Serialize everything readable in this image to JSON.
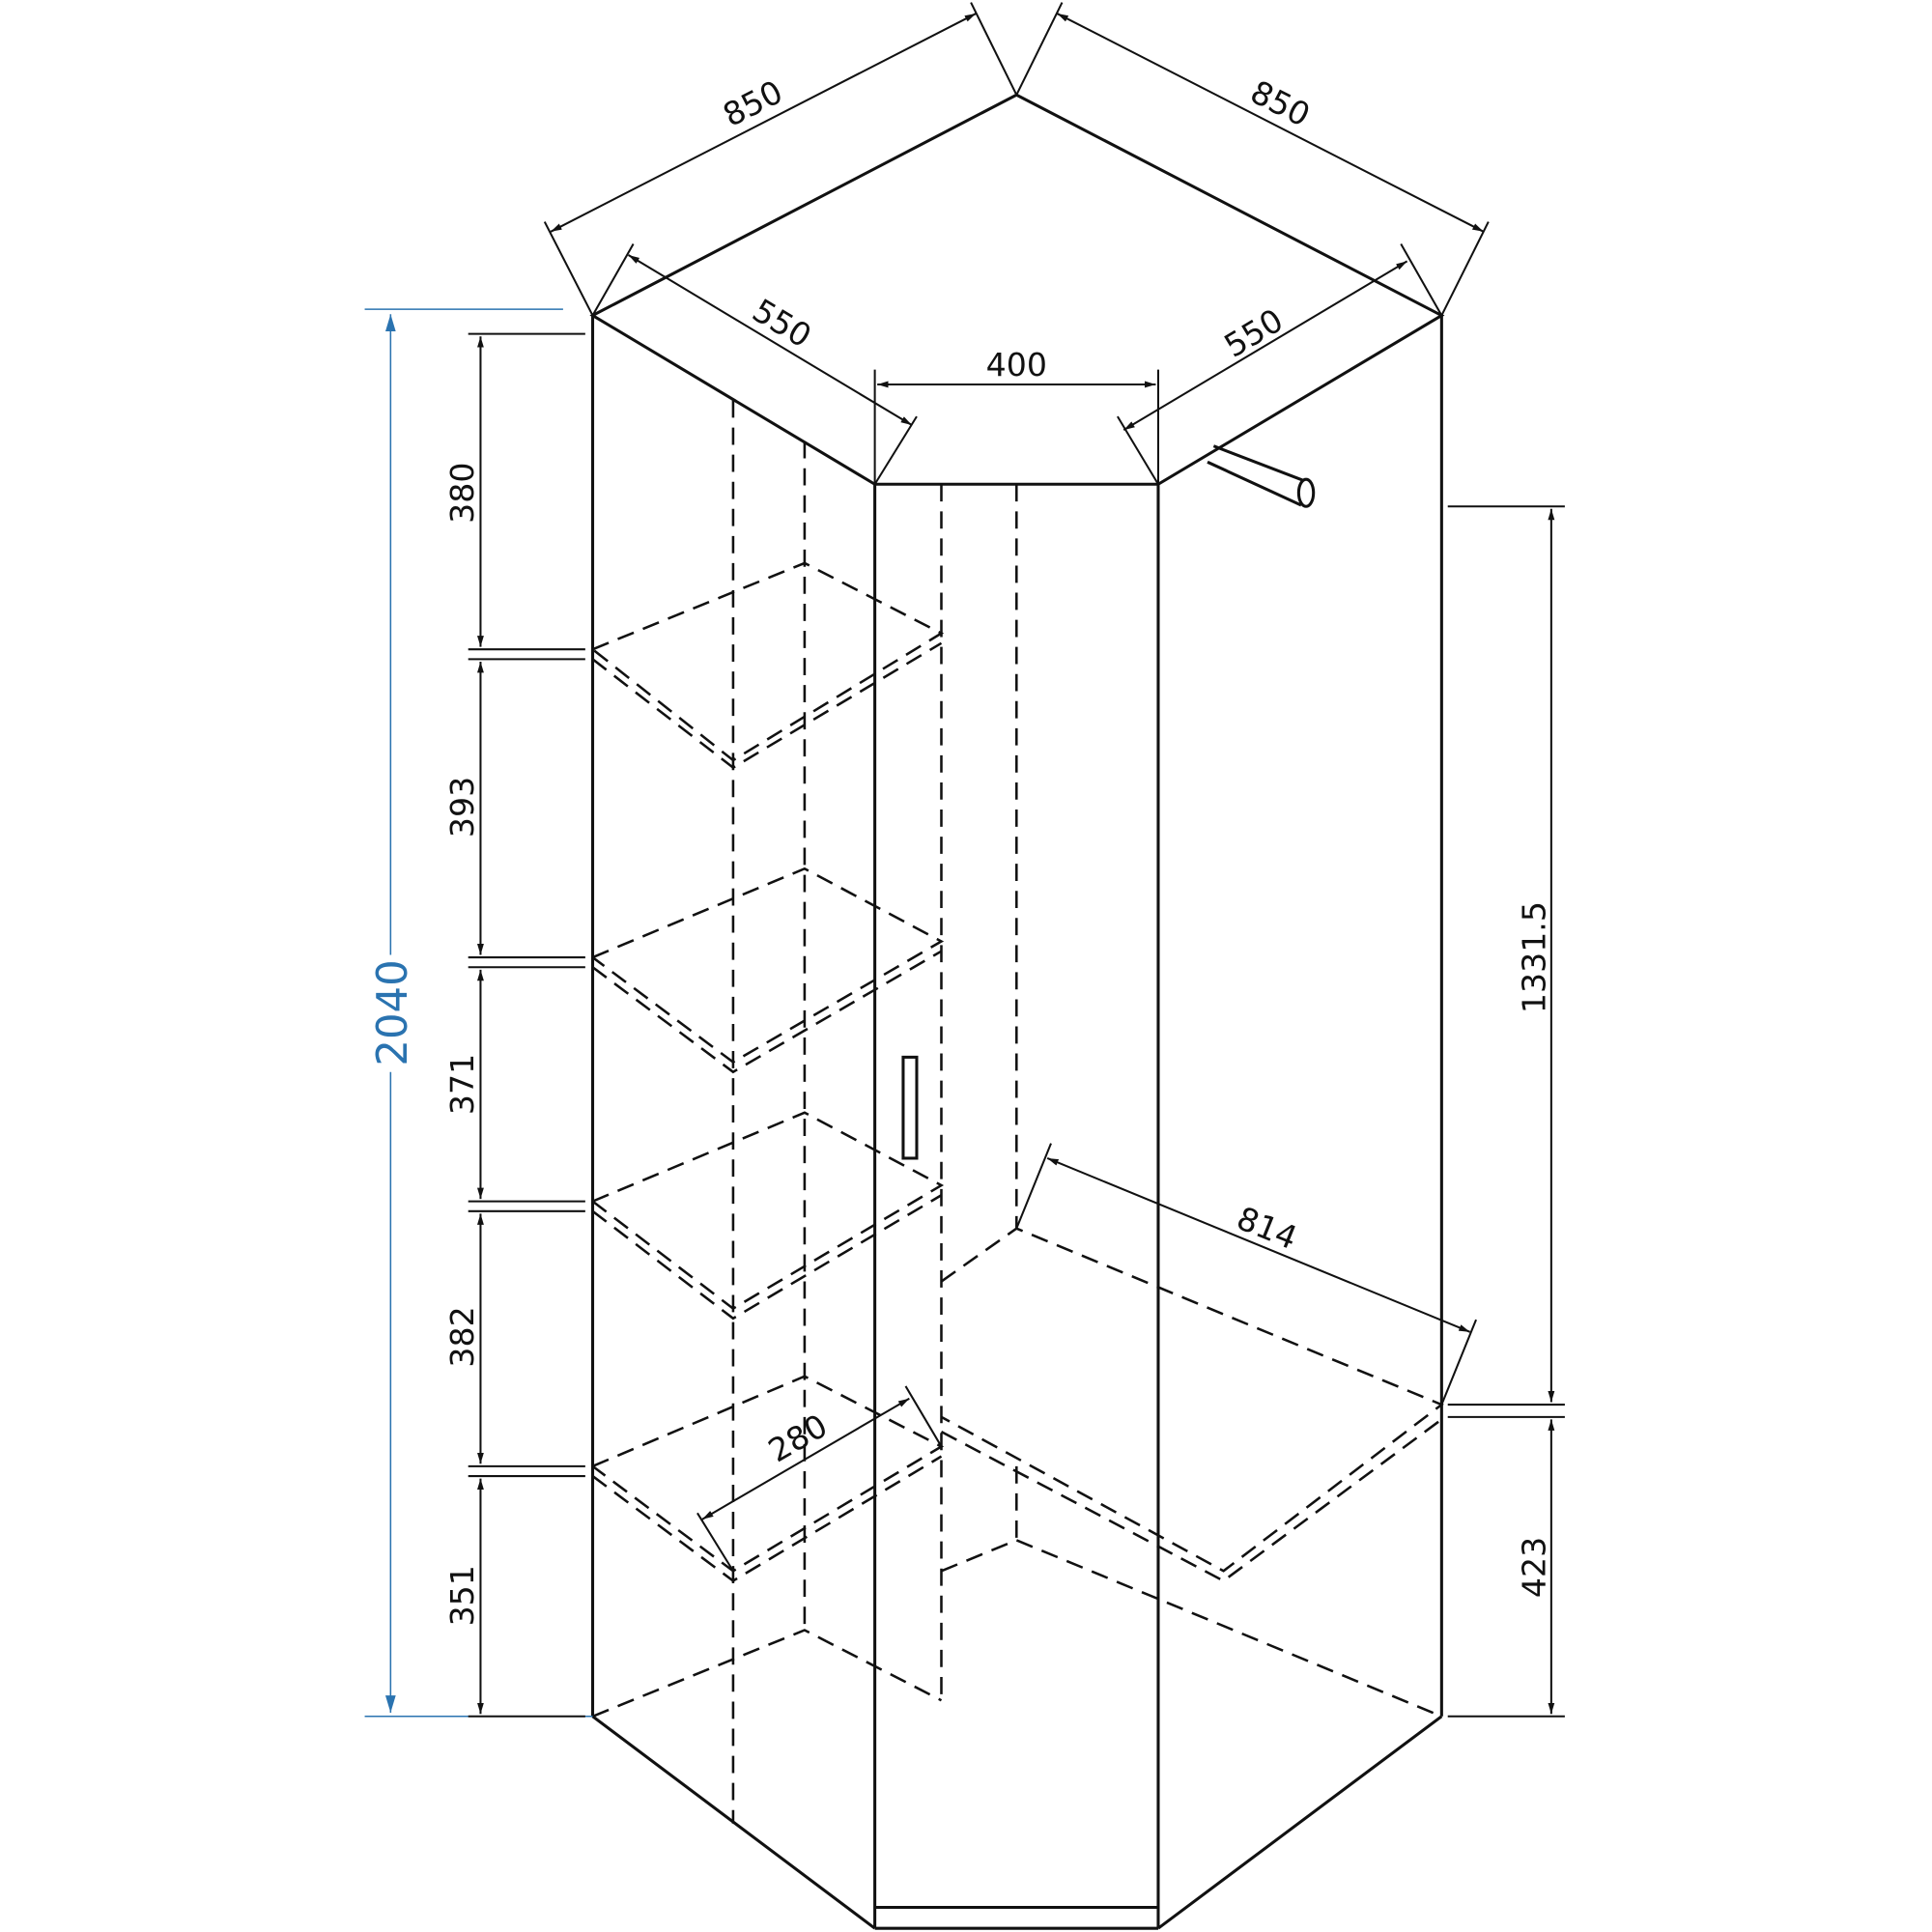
{
  "diagram": {
    "title": "Corner wardrobe dimensions (mm)",
    "colors": {
      "line": "#111111",
      "overall_height": "#2a73b0"
    },
    "dimensions": {
      "width_left": "850",
      "width_right": "850",
      "depth_left": "550",
      "depth_right": "550",
      "door_width": "400",
      "total_height": "2040",
      "shelf_gap_1": "380",
      "shelf_gap_2": "393",
      "shelf_gap_3": "371",
      "shelf_gap_4": "382",
      "shelf_gap_5": "351",
      "rail_height": "1331.5",
      "lower_height": "423",
      "shelf_depth": "280",
      "corner_shelf_diagonal": "814"
    }
  }
}
